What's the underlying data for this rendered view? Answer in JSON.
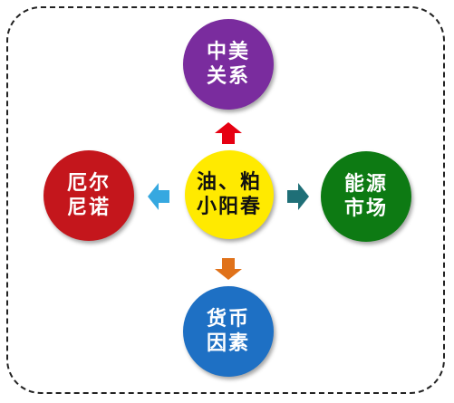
{
  "diagram": {
    "center": {
      "lines": [
        "油、粕",
        "小阳春"
      ],
      "color": "#ffea00",
      "text_color": "#111111"
    },
    "nodes": [
      {
        "id": "top",
        "lines": [
          "中美",
          "关系"
        ],
        "color": "#7a2c9e",
        "arrow_color": "#e60012"
      },
      {
        "id": "right",
        "lines": [
          "能源",
          "市场"
        ],
        "color": "#0d7a13",
        "arrow_color": "#1f6f77"
      },
      {
        "id": "bottom",
        "lines": [
          "货币",
          "因素"
        ],
        "color": "#1e70c4",
        "arrow_color": "#e0721a"
      },
      {
        "id": "left",
        "lines": [
          "厄尔",
          "尼诺"
        ],
        "color": "#c4161c",
        "arrow_color": "#36a8e0"
      }
    ]
  }
}
